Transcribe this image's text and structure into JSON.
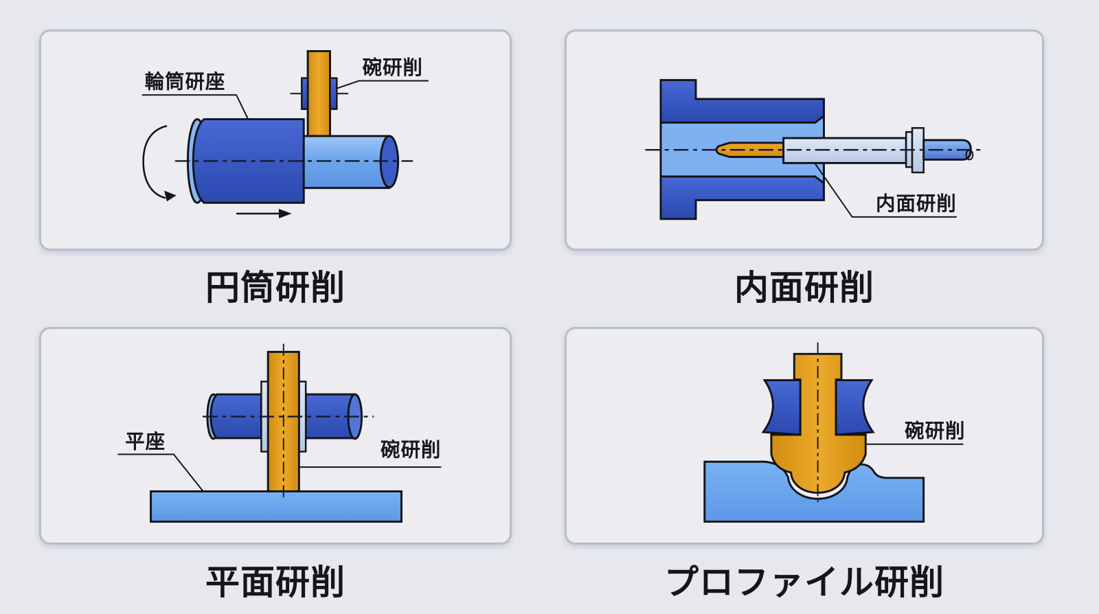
{
  "panels": [
    {
      "id": "cylindrical",
      "title": "円筒研削",
      "labels": {
        "workpiece": "輪筒研座",
        "wheel": "碗研削"
      }
    },
    {
      "id": "internal",
      "title": "内面研削",
      "labels": {
        "wheel": "内面研削"
      }
    },
    {
      "id": "surface",
      "title": "平面研削",
      "labels": {
        "base": "平座",
        "wheel": "碗研削"
      }
    },
    {
      "id": "profile",
      "title": "プロファイル研削",
      "labels": {
        "wheel": "碗研削"
      }
    }
  ],
  "colors": {
    "page_background": "#e7e8ed",
    "panel_background": "#ededf1",
    "panel_border": "#b6bdcb",
    "dark_blue": "#3757c5",
    "light_blue": "#6ea6ec",
    "pale_blue": "#cdd9ee",
    "wheel_orange": "#de9a1d",
    "outline": "#131419"
  }
}
